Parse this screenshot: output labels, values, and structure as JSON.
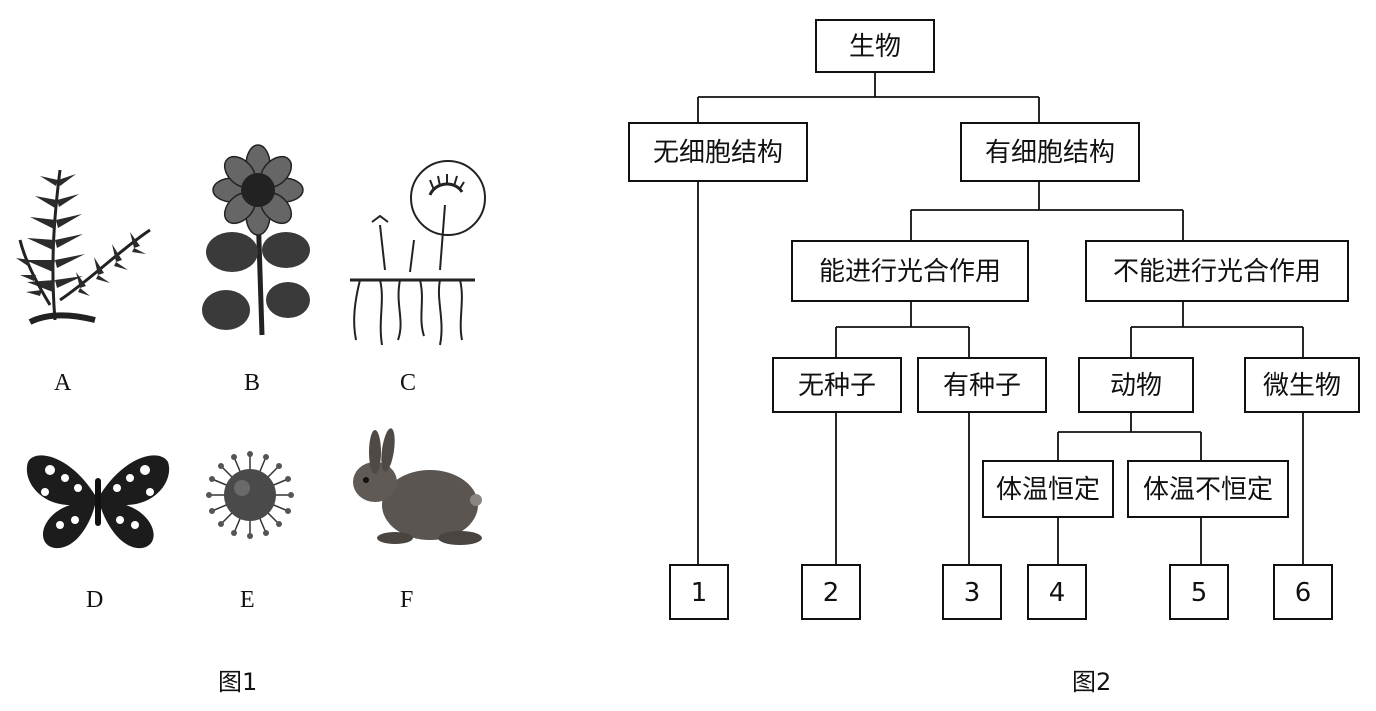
{
  "figure1": {
    "caption": "图1",
    "organisms": [
      {
        "label": "A",
        "icon": "fern-icon"
      },
      {
        "label": "B",
        "icon": "sunflower-icon"
      },
      {
        "label": "C",
        "icon": "mold-icon"
      },
      {
        "label": "D",
        "icon": "butterfly-icon"
      },
      {
        "label": "E",
        "icon": "virus-icon"
      },
      {
        "label": "F",
        "icon": "rabbit-icon"
      }
    ]
  },
  "figure2": {
    "caption": "图2",
    "nodes": {
      "root": "生物",
      "no_cell": "无细胞结构",
      "cell": "有细胞结构",
      "photo": "能进行光合作用",
      "no_photo": "不能进行光合作用",
      "no_seed": "无种子",
      "seed": "有种子",
      "animal": "动物",
      "microbe": "微生物",
      "warm": "体温恒定",
      "cold": "体温不恒定",
      "leaf1": "1",
      "leaf2": "2",
      "leaf3": "3",
      "leaf4": "4",
      "leaf5": "5",
      "leaf6": "6"
    }
  }
}
